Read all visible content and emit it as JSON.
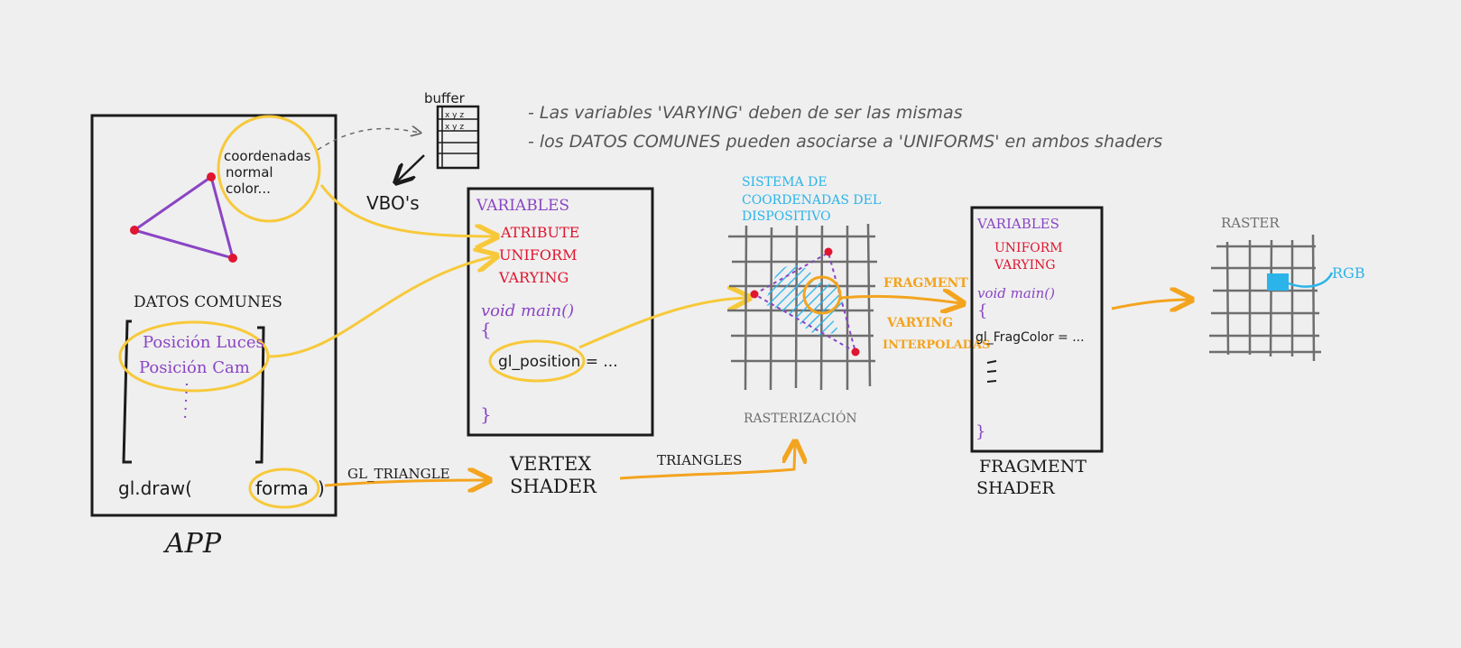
{
  "colors": {
    "background": "#efefef",
    "ink": "#1b1b1b",
    "purple": "#8a45c4",
    "red": "#e0152f",
    "orange": "#f3a41f",
    "yellow": "#f7c93a",
    "cyan": "#2bb4ea",
    "gray": "#6e6e6e",
    "dashed": "#6a6a6a"
  },
  "notes": {
    "line1": "- Las variables 'VARYING' deben de ser las mismas",
    "line2": "- los DATOS COMUNES pueden asociarse a 'UNIFORMS' en ambos shaders"
  },
  "app": {
    "label": "APP",
    "attributes": [
      "coordenadas",
      "normal",
      "color..."
    ],
    "common_data_title": "DATOS COMUNES",
    "common_items": [
      "Posición Luces",
      "Posición Cam"
    ],
    "draw_prefix": "gl.draw(",
    "draw_arg": "forma",
    "draw_suffix": ")"
  },
  "buffer": {
    "label": "buffer",
    "rows": [
      "x y z",
      "x y z"
    ]
  },
  "vbo_label": "VBO's",
  "vertex_shader": {
    "title": "VARIABLES",
    "vars": [
      "ATRIBUTE",
      "UNIFORM",
      "VARYING"
    ],
    "main": "void main()",
    "open_brace": "{",
    "body": "gl_position = ...",
    "close_brace": "}",
    "label_line1": "VERTEX",
    "label_line2": "SHADER"
  },
  "arrows": {
    "gl_triangle": "GL_TRIANGLE",
    "triangles": "TRIANGLES",
    "fragment": "FRAGMENT",
    "varying_line1": "VARYING",
    "varying_line2": "INTERPOLADAS"
  },
  "rasterization": {
    "system_line1": "SISTEMA DE",
    "system_line2": "COORDENADAS DEL",
    "system_line3": "DISPOSITIVO",
    "label": "RASTERIZACIÓN"
  },
  "fragment_shader": {
    "title": "VARIABLES",
    "vars": [
      "UNIFORM",
      "VARYING"
    ],
    "main": "void main()",
    "open_brace": "{",
    "body": "gl_FragColor = ...",
    "close_brace": "}",
    "label_line1": "FRAGMENT",
    "label_line2": "SHADER"
  },
  "raster": {
    "label": "RASTER",
    "pixel_label": "RGB"
  }
}
